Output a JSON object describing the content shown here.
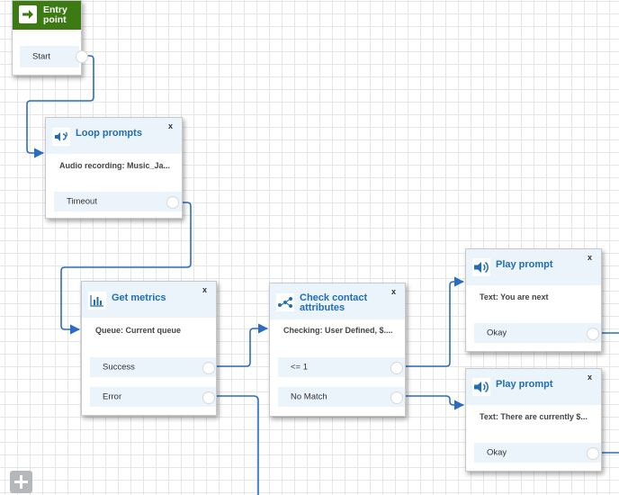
{
  "entry": {
    "title": "Entry point",
    "title_line1": "Entry",
    "title_line2": "point",
    "start_label": "Start"
  },
  "loop_prompts": {
    "title": "Loop prompts",
    "close": "x",
    "desc": "Audio recording: Music_Ja...",
    "branch": "Timeout",
    "icon": "speaker-loop-icon"
  },
  "get_metrics": {
    "title": "Get metrics",
    "close": "x",
    "desc": "Queue: Current queue",
    "branches": [
      "Success",
      "Error"
    ],
    "icon": "bar-chart-icon"
  },
  "check_attrs": {
    "title_line1": "Check contact",
    "title_line2": "attributes",
    "close": "x",
    "desc": "Checking: User Defined, $....",
    "branches": [
      "<= 1",
      "No Match"
    ],
    "icon": "branch-icon"
  },
  "play_prompt_1": {
    "title": "Play prompt",
    "close": "x",
    "desc": "Text: You are next",
    "branch": "Okay",
    "icon": "speaker-icon"
  },
  "play_prompt_2": {
    "title": "Play prompt",
    "close": "x",
    "desc": "Text: There are currently $...",
    "branch": "Okay",
    "icon": "speaker-icon"
  },
  "colors": {
    "accent": "#1f6db5",
    "entry_green": "#3c7a13",
    "wire": "#2b6cc4",
    "header_bg": "#ebf3fb"
  },
  "controls": {
    "add_icon": "plus-icon"
  }
}
